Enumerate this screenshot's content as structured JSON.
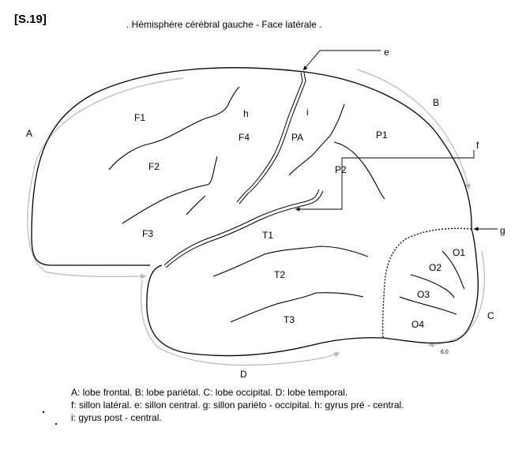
{
  "page_label": "[S.19]",
  "title": ".  Hémisphère cérébral gauche - Face latérale .",
  "labels": {
    "A": "A",
    "B": "B",
    "C": "C",
    "D": "D",
    "e": "e",
    "f": "f",
    "g": "g",
    "F1": "F1",
    "F2": "F2",
    "F3": "F3",
    "F4": "F4",
    "h": "h",
    "i": "i",
    "PA": "PA",
    "P1": "P1",
    "P2": "P2",
    "T1": "T1",
    "T2": "T2",
    "T3": "T3",
    "O1": "O1",
    "O2": "O2",
    "O3": "O3",
    "O4": "O4",
    "small_mark": "6.0"
  },
  "legend": {
    "line1": "A: lobe frontal.  B: lobe pariétal.  C: lobe occipital.  D: lobe temporal.",
    "line2": "f: sillon latéral.  e: sillon central.  g: sillon pariéto - occipital.  h: gyrus pré - central.",
    "line3": "i: gyrus post - central."
  },
  "colors": {
    "outline": "#000000",
    "arrows": "#b8b8b8"
  }
}
